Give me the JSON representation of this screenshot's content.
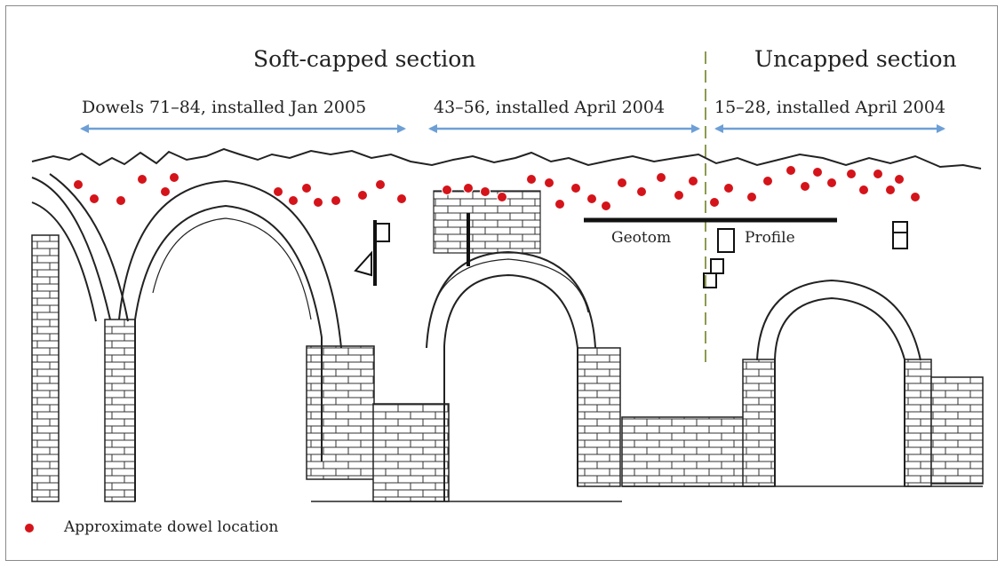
{
  "sections": {
    "soft_capped": "Soft-capped section",
    "uncapped": "Uncapped section"
  },
  "ranges": {
    "dowels_71_84": "Dowels 71–84, installed Jan 2005",
    "dowels_43_56": "43–56, installed April 2004",
    "dowels_15_28": "15–28, installed April 2004"
  },
  "instruments": {
    "geotom": "Geotom",
    "profile": "Profile"
  },
  "legend": {
    "dowel_label": "Approximate dowel location"
  },
  "colors": {
    "dowel": "#d4141a",
    "arrow": "#6d9fd6",
    "divider": "#8c9a4f",
    "drawing": "#222222"
  }
}
